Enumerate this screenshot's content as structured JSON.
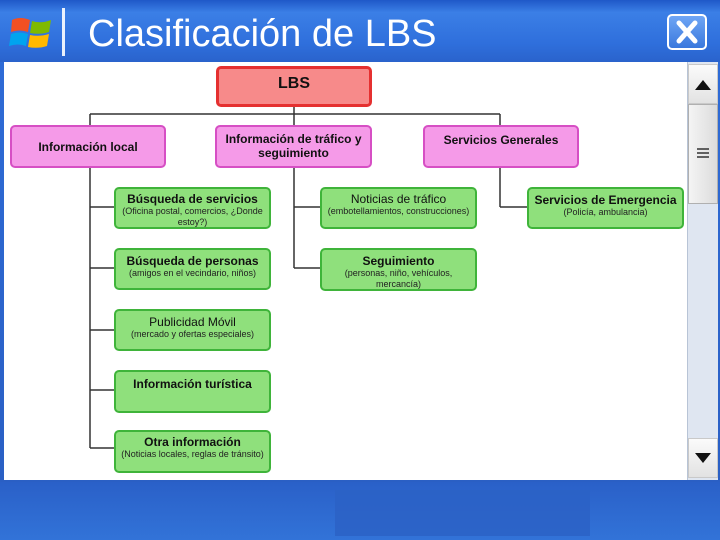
{
  "window": {
    "title": "Clasificación de LBS"
  },
  "diagram": {
    "root": {
      "label": "LBS"
    },
    "categories": [
      {
        "label": "Información local"
      },
      {
        "label": "Información de tráfico y seguimiento"
      },
      {
        "label": "Servicios Generales"
      }
    ],
    "local_items": [
      {
        "title": "Búsqueda de servicios",
        "sub": "(Oficina postal, comercios, ¿Donde estoy?)"
      },
      {
        "title": "Búsqueda de personas",
        "sub": "(amigos en el vecindario, niños)"
      },
      {
        "title": "Publicidad Móvil",
        "sub": "(mercado y ofertas especiales)"
      },
      {
        "title": "Información turística",
        "sub": ""
      },
      {
        "title": "Otra información",
        "sub": "(Noticias locales, reglas de tránsito)"
      }
    ],
    "traffic_items": [
      {
        "title": "Noticias de tráfico",
        "sub": "(embotellamientos, construcciones)"
      },
      {
        "title": "Seguimiento",
        "sub": "(personas, niño, vehículos, mercancía)"
      }
    ],
    "general_items": [
      {
        "title": "Servicios de Emergencia",
        "sub": "(Policía, ambulancia)"
      }
    ]
  },
  "icons": {
    "close": "close-icon",
    "logo": "windows-logo-icon",
    "scroll_up": "arrow-up-icon",
    "scroll_down": "arrow-down-icon",
    "grip": "scroll-grip-icon"
  },
  "colors": {
    "root_fill": "#f78a8a",
    "category_fill": "#f59ae8",
    "item_fill": "#8fe07c",
    "titlebar": "#2f6fdc"
  }
}
